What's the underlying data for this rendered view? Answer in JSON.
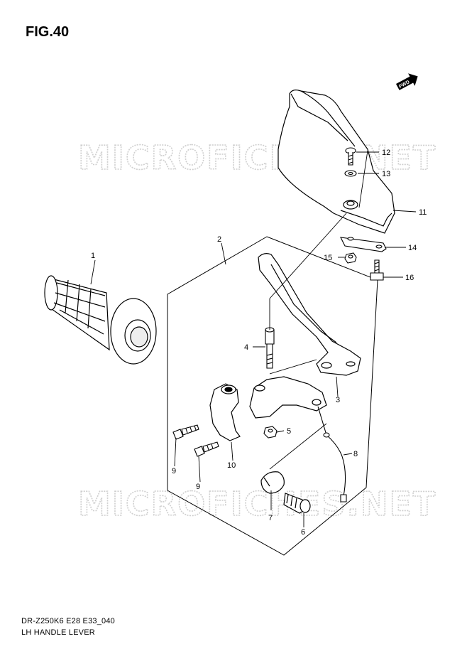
{
  "figure": {
    "title": "FIG.40",
    "code": "DR-Z250K6 E28 E33_040",
    "name": "LH HANDLE LEVER"
  },
  "watermark": "MICROFICHES.NET",
  "direction_badge": "FWD",
  "callouts": [
    {
      "id": "1"
    },
    {
      "id": "2"
    },
    {
      "id": "3"
    },
    {
      "id": "4"
    },
    {
      "id": "5"
    },
    {
      "id": "6"
    },
    {
      "id": "7"
    },
    {
      "id": "8"
    },
    {
      "id": "9"
    },
    {
      "id": "9"
    },
    {
      "id": "10"
    },
    {
      "id": "11"
    },
    {
      "id": "12"
    },
    {
      "id": "13"
    },
    {
      "id": "14"
    },
    {
      "id": "15"
    },
    {
      "id": "16"
    }
  ]
}
